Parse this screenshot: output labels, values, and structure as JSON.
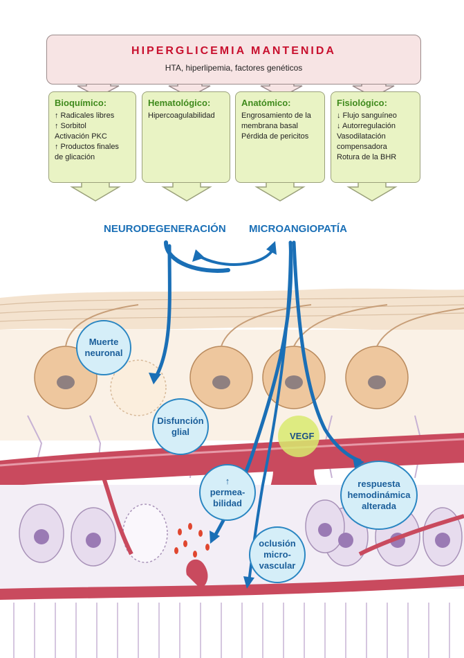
{
  "header": {
    "title": "HIPERGLICEMIA MANTENIDA",
    "subtitle": "HTA, hiperlipemia, factores genéticos"
  },
  "categories": [
    {
      "title": "Bioquímico:",
      "lines": [
        "↑ Radicales libres",
        "↑ Sorbitol",
        "Activación PKC",
        "↑ Productos finales",
        "de glicación"
      ]
    },
    {
      "title": "Hematológico:",
      "lines": [
        "Hipercoagulabilidad"
      ]
    },
    {
      "title": "Anatómico:",
      "lines": [
        "Engrosamiento de la",
        "membrana basal",
        "Pérdida de pericitos"
      ]
    },
    {
      "title": "Fisiológico:",
      "lines": [
        "↓ Flujo sanguíneo",
        "↓ Autorregulación",
        "Vasodilatación",
        "compensadora",
        "Rotura de la BHR"
      ]
    }
  ],
  "labels": {
    "neurodegeneration": "NEURODEGENERACIÓN",
    "microangiopathy": "MICROANGIOPATÍA",
    "vegf": "VEGF"
  },
  "bubbles": {
    "neuronal_death": [
      "Muerte",
      "neuronal"
    ],
    "glial_dysfunction": [
      "Disfunción",
      "glial"
    ],
    "permeability": [
      "↑",
      "permea-",
      "bilidad"
    ],
    "microvascular_occlusion": [
      "oclusión",
      "micro-",
      "vascular"
    ],
    "hemodynamic_response": [
      "respuesta",
      "hemodinámica",
      "alterada"
    ]
  },
  "colors": {
    "title_red": "#c8102e",
    "category_green": "#3f8a1c",
    "arrow_blue": "#1a6fb6",
    "vessel_red": "#c94a5e",
    "bubble_fill": "#d5eef8"
  }
}
